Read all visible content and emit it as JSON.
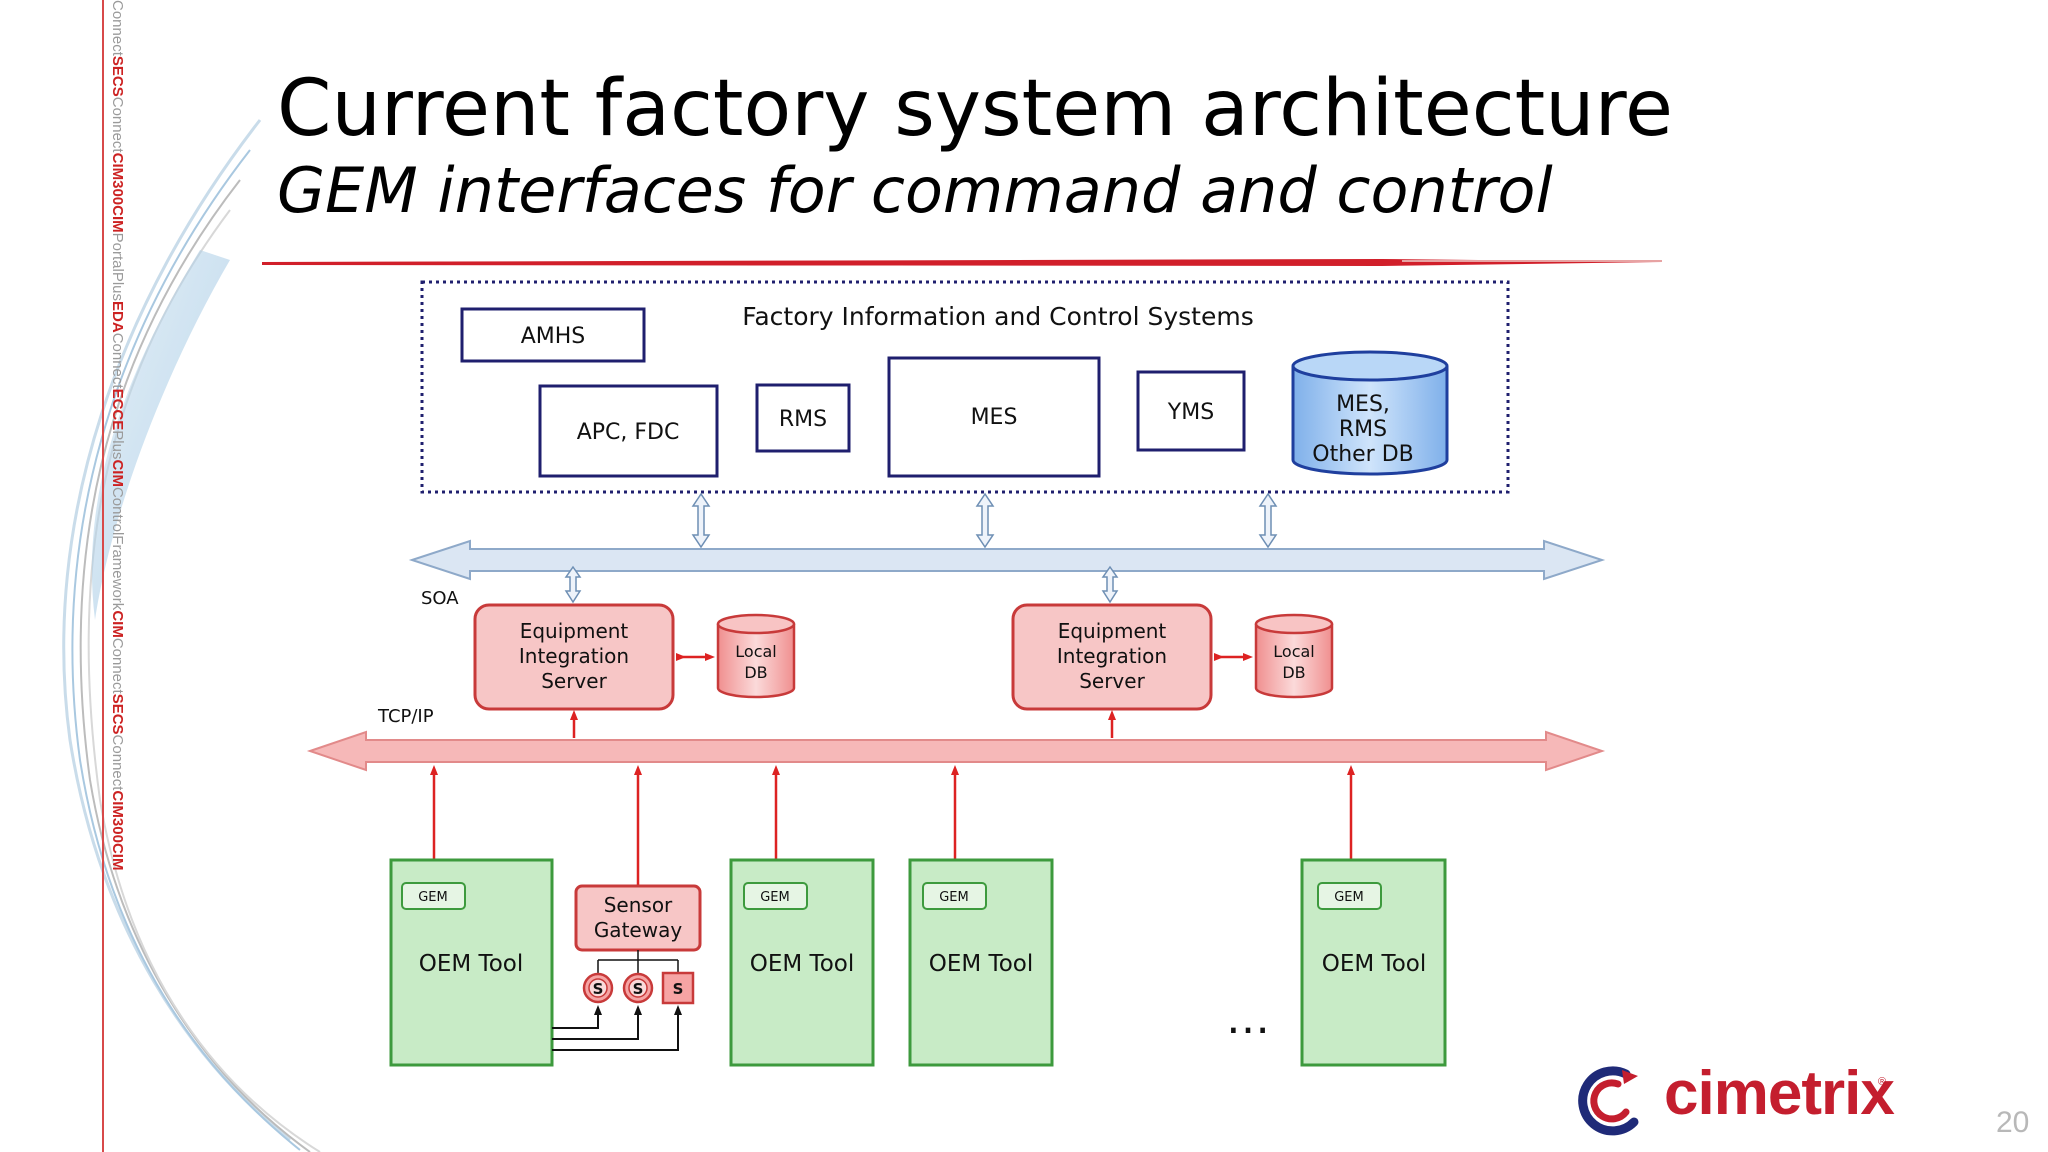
{
  "slide": {
    "title": "Current factory system architecture",
    "subtitle": "GEM interfaces for command and control",
    "page_number": "20",
    "logo_text": "cimetrix",
    "logo_reg": "®",
    "sidebar_products": [
      {
        "text": "Connect",
        "accent": false
      },
      {
        "text": "SECS",
        "accent": true
      },
      {
        "text": "Connect",
        "accent": false
      },
      {
        "text": "CIM300",
        "accent": true
      },
      {
        "text": "CIM",
        "accent": true
      },
      {
        "text": "Portal",
        "accent": false
      },
      {
        "text": "Plus",
        "accent": false
      },
      {
        "text": "EDA",
        "accent": true
      },
      {
        "text": "Connect",
        "accent": false
      },
      {
        "text": "ECCE",
        "accent": true
      },
      {
        "text": "Plus",
        "accent": false
      },
      {
        "text": "CIM",
        "accent": true
      },
      {
        "text": "ControlFramework",
        "accent": false
      },
      {
        "text": "CIM",
        "accent": true
      },
      {
        "text": "Connect",
        "accent": false
      },
      {
        "text": "SECS",
        "accent": true
      },
      {
        "text": "Connect",
        "accent": false
      },
      {
        "text": "CIM300",
        "accent": true
      },
      {
        "text": "CIM",
        "accent": true
      }
    ]
  },
  "diagram": {
    "factory_group_title": "Factory Information and Control Systems",
    "systems": {
      "amhs": "AMHS",
      "apc_fdc": "APC, FDC",
      "rms": "RMS",
      "mes": "MES",
      "yms": "YMS",
      "db": [
        "MES,",
        "RMS",
        "Other DB"
      ]
    },
    "soa_label": "SOA",
    "tcpip_label": "TCP/IP",
    "eis_label": [
      "Equipment",
      "Integration",
      "Server"
    ],
    "local_db_label": [
      "Local",
      "DB"
    ],
    "gem_tag": "GEM",
    "oem_tool": "OEM Tool",
    "sensor_gateway": [
      "Sensor",
      "Gateway"
    ],
    "sensor_symbol": "S",
    "ellipsis": "…"
  },
  "colors": {
    "accent_red": "#c41e2e",
    "navy_border": "#1f1f6e",
    "soa_fill": "#dbe6f3",
    "tcp_fill": "#f6b8b8",
    "eis_fill": "#f7c6c6",
    "eis_border": "#c83a3a",
    "tool_fill": "#c8ebc6",
    "tool_border": "#3d9a3d",
    "db_fill": "#a9cdf3"
  }
}
